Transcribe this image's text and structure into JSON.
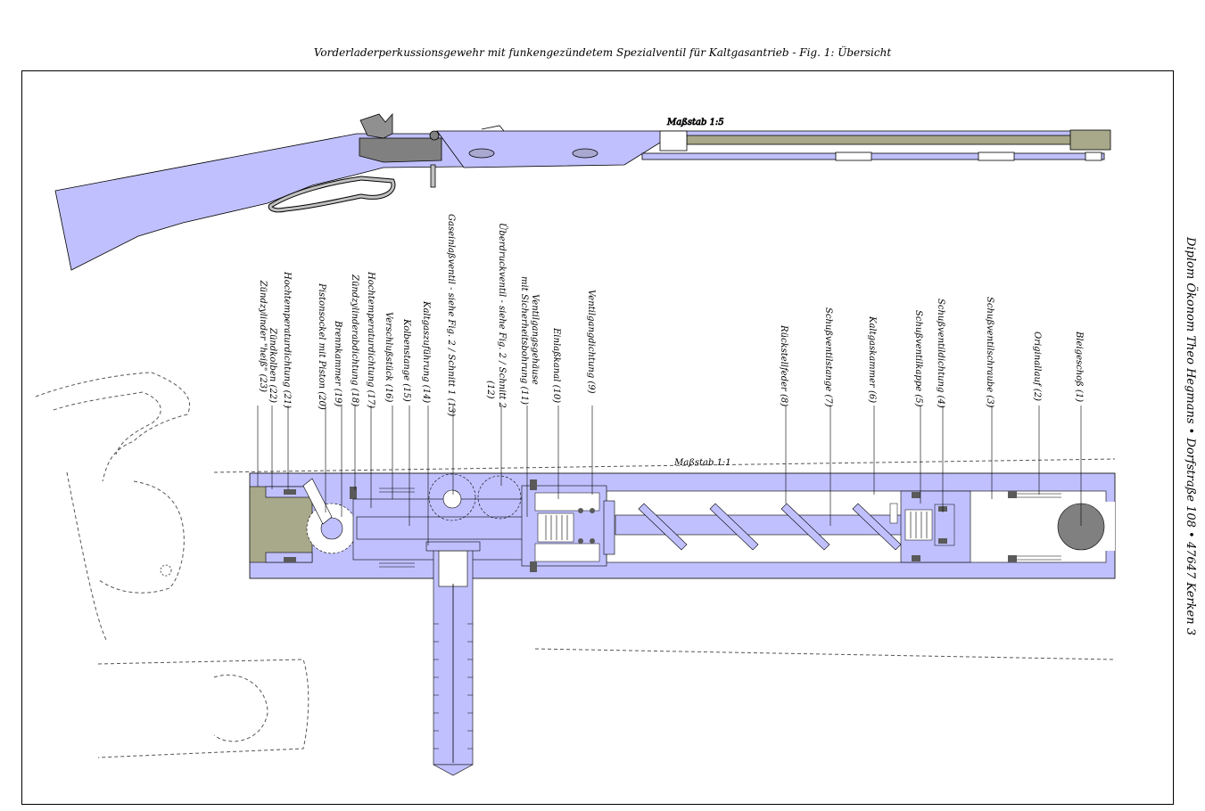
{
  "title": "Vorderladerperkussionsgewehr mit funkengezündetem Spezialventil für Kaltgasantrieb - Fig. 1: Übersicht",
  "scale_top": "Maßstab 1:5",
  "scale_bottom": "Maßstab 1:1",
  "address": "Diplom Ökonom Theo Hegmans  •  Dorfstraße 108  •  47647 Kerken 3",
  "labels": [
    {
      "text": "Zündzylinder \"heiß\" (23)"
    },
    {
      "text": "Hochtemperaturdichtung (21)"
    },
    {
      "text": "Zündkolben (22)"
    },
    {
      "text": "Pistonsockel mit Piston (20)"
    },
    {
      "text": "Brennkammer (19)"
    },
    {
      "text": "Zündzylinderabdichtung (18)"
    },
    {
      "text": "Hochtemperaturdichtung (17)"
    },
    {
      "text": "Verschlußstück (16)"
    },
    {
      "text": "Kolbenstange (15)"
    },
    {
      "text": "Kaltgaszuführung (14)"
    },
    {
      "text": "Gaseinlaßventil - siehe Fig. 2 / Schnitt 1 (13)"
    },
    {
      "text": "Überdruckventil - siehe Fig. 2 / Schnitt 2"
    },
    {
      "text": "(12)"
    },
    {
      "text": "Ventilgangsgehäuse"
    },
    {
      "text": "mit Sicherheitsbohrung (11)"
    },
    {
      "text": "Einlaßkanal (10)"
    },
    {
      "text": "Ventilgangdichtung (9)"
    },
    {
      "text": "Rückstellfeder (8)"
    },
    {
      "text": "Schußventilstange (7)"
    },
    {
      "text": "Kaltgaskammer (6)"
    },
    {
      "text": "Schußventilkappe (5)"
    },
    {
      "text": "Schußventildichtung (4)"
    },
    {
      "text": "Schußventilschraube (3)"
    },
    {
      "text": "Originallauf (2)"
    },
    {
      "text": "Bleigeschoß (1)"
    }
  ],
  "colors": {
    "stock": "#c0c0ff",
    "barrel": "#a8a88a",
    "metal": "#808080",
    "dark": "#5a5a5a"
  }
}
